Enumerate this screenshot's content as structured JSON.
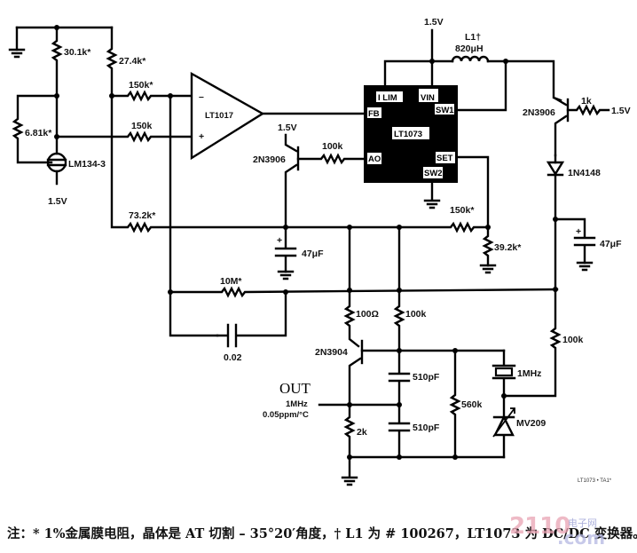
{
  "schematic": {
    "title": "1MHz temperature-compensated crystal oscillator with LT1073 DC/DC converter",
    "components": {
      "r_30k1": "30.1k*",
      "r_27k4": "27.4k*",
      "r_150k_minus": "150k*",
      "r_150k_plus": "150k",
      "r_6k81": "6.81k*",
      "temp_sensor": "LM134-3",
      "sensor_supply": "1.5V",
      "opamp": "LT1017",
      "opamp_minus": "–",
      "opamp_plus": "+",
      "q_left": "2N3906",
      "q_left_supply": "1.5V",
      "r_100k_ao": "100k",
      "r_73k2": "73.2k*",
      "c_47u_left": "47μF",
      "c_plus": "+",
      "r_10M": "10M*",
      "c_002": "0.02",
      "ic": "LT1073",
      "ic_pins": {
        "ilim": "I LIM",
        "vin": "VIN",
        "fb": "FB",
        "sw1": "SW1",
        "ao": "AO",
        "set": "SET",
        "sw2": "SW2"
      },
      "vin_supply": "1.5V",
      "inductor": "L1†",
      "inductor_value": "820μH",
      "q_right": "2N3906",
      "r_1k": "1k",
      "q_right_supply": "1.5V",
      "diode": "1N4148",
      "c_47u_right": "47μF",
      "r_150k_set": "150k*",
      "r_39k2": "39.2k*",
      "r_100ohm": "100Ω",
      "r_100k_mid": "100k",
      "q_osc": "2N3904",
      "c_510p_top": "510pF",
      "c_510p_bot": "510pF",
      "r_560k": "560k",
      "crystal": "1MHz",
      "varactor": "MV209",
      "r_100k_right": "100k",
      "r_2k": "2k",
      "out_label": "OUT",
      "out_freq": "1MHz",
      "out_stability": "0.05ppm/°C",
      "figure_id": "LT1073 • TA1*"
    },
    "note": "注：* 1%金属膜电阻，晶体是 AT 切割 – 35°20′角度，† L1 为 # 100267，LT1073 为 DC/DC 变换器。",
    "watermark": {
      "main": "2110",
      "sub": "电子网",
      "domain": ".com"
    }
  }
}
